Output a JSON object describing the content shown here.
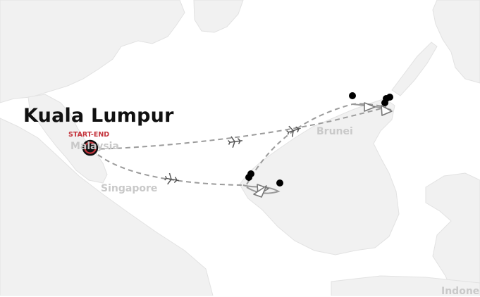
{
  "map": {
    "title": "Kuala Lumpur",
    "start_end_tag": "START-END",
    "place_labels": {
      "malaysia": "Malaysia",
      "singapore": "Singapore",
      "brunei": "Brunei",
      "indonesia": "Indone"
    },
    "colors": {
      "land": "#f1f1f1",
      "water": "#ffffff",
      "route": "#9b9b9b",
      "stop": "#000000",
      "start_fill": "#c4343c",
      "title": "#111111",
      "tag": "#c4343c"
    },
    "icons": [
      "airplane-icon",
      "arrowhead-icon",
      "stop-marker",
      "start-end-marker"
    ]
  }
}
